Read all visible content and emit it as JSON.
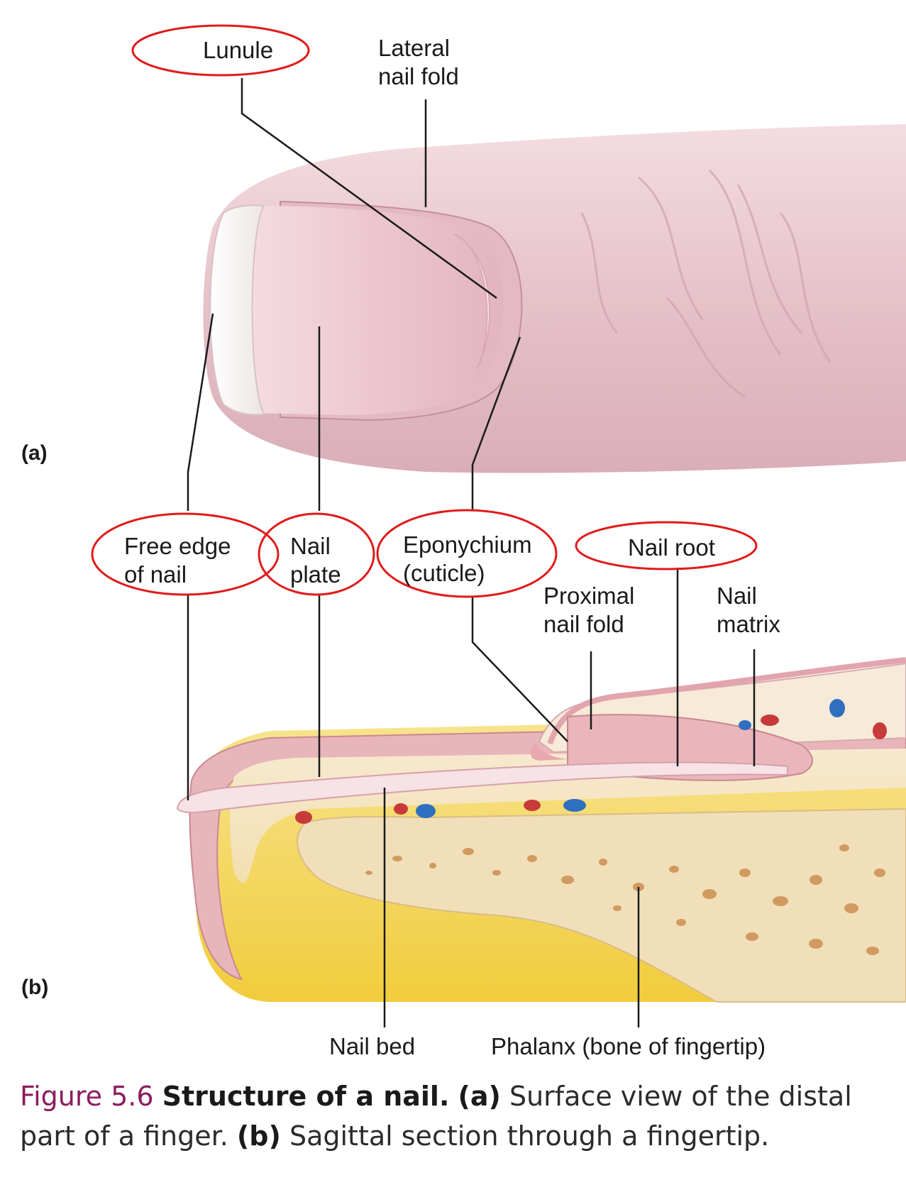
{
  "labels": {
    "lunule": "Lunule",
    "lateral_nail_fold": [
      "Lateral",
      "nail fold"
    ],
    "panel_a": "(a)",
    "panel_b": "(b)",
    "free_edge": [
      "Free edge",
      "of nail"
    ],
    "nail_plate": [
      "Nail",
      "plate"
    ],
    "eponychium": [
      "Eponychium",
      "(cuticle)"
    ],
    "nail_root": "Nail root",
    "proximal_nail_fold": [
      "Proximal",
      "nail fold"
    ],
    "nail_matrix": [
      "Nail",
      "matrix"
    ],
    "nail_bed": "Nail bed",
    "phalanx": "Phalanx (bone of fingertip)"
  },
  "caption": {
    "figure_number": "Figure 5.6",
    "title": "Structure of a nail.",
    "part_a_marker": "(a)",
    "part_a_text": "Surface view of the distal part of a finger.",
    "part_b_marker": "(b)",
    "part_b_text": "Sagittal section through a fingertip."
  },
  "colors": {
    "highlight_ellipse": "#e01b1b",
    "skin": "#e9c9cf",
    "nail": "#efcdd6",
    "fat": "#f4d65a",
    "bone": "#f1dfb9",
    "caption_accent": "#8c1d5e"
  }
}
